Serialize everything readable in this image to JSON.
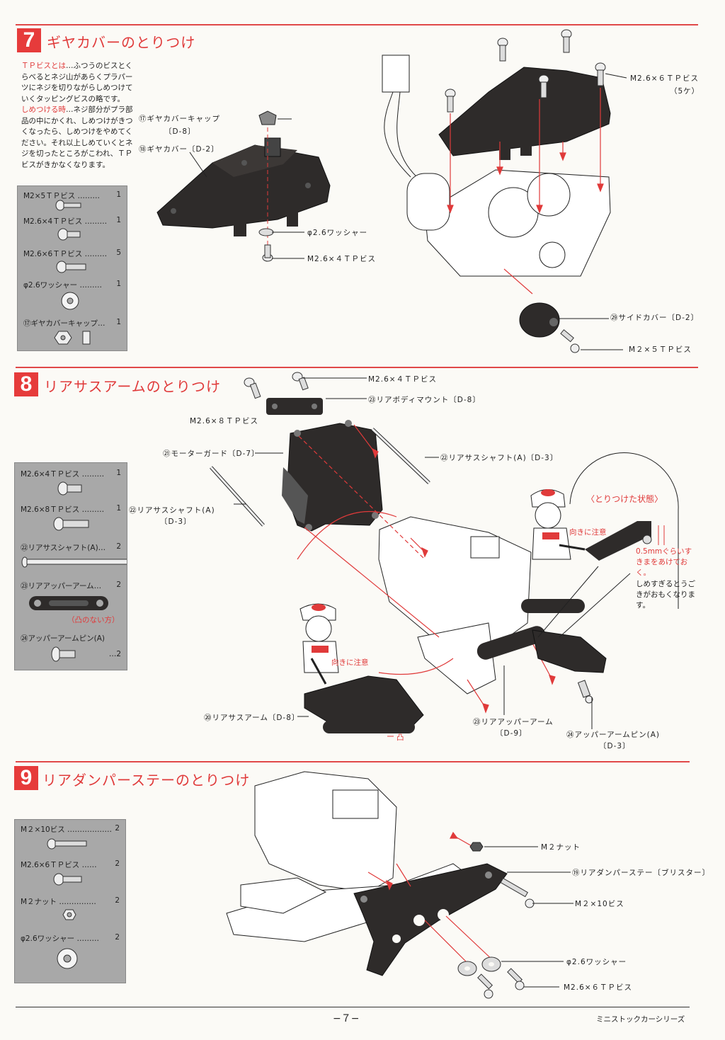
{
  "sections": [
    {
      "number": "7",
      "title": "ギヤカバーのとりつけ",
      "intro": {
        "lead1": "ＴＰビスとは",
        "text1": "…ふつうのビスとくらべるとネジ山があらくプラパーツにネジを切りながらしめつけていくタッピングビスの略です。",
        "lead2": "しめつける時",
        "text2": "…ネジ部分がプラ部品の中にかくれ、しめつけがきつくなったら、しめつけをやめてください。それ以上しめていくとネジを切ったところがこわれ、ＴＰビスがきかなくなります。"
      },
      "parts": [
        {
          "name": "M2×5ＴＰビス ………",
          "qty": "1"
        },
        {
          "name": "M2.6×4ＴＰビス ………",
          "qty": "1"
        },
        {
          "name": "M2.6×6ＴＰビス ………",
          "qty": "5"
        },
        {
          "name": "φ2.6ワッシャー ………",
          "qty": "1"
        },
        {
          "name": "⑰ギヤカバーキャップ…",
          "qty": "1"
        }
      ],
      "callouts": {
        "cap": "⑰ギヤカバーキャップ",
        "cap_ref": "〔D-8〕",
        "cover": "⑱ギヤカバー〔D-2〕",
        "washer": "φ2.6ワッシャー",
        "screw_4": "M2.6×４ＴＰビス",
        "screw_6": "M2.6×６ＴＰビス",
        "screw_6_qty": "（5ケ）",
        "side_cover": "㉙サイドカバー〔D-2〕",
        "screw_5": "M２×５ＴＰビス"
      }
    },
    {
      "number": "8",
      "title": "リアサスアームのとりつけ",
      "parts": [
        {
          "name": "M2.6×4ＴＰビス ………",
          "qty": "1"
        },
        {
          "name": "M2.6×8ＴＰビス ………",
          "qty": "1"
        },
        {
          "name": "㉒リアサスシャフト(A)…",
          "qty": "2"
        },
        {
          "name": "㉓リアアッパーアーム…",
          "qty": "2"
        },
        {
          "name": "㉔アッパーアームピン(A)",
          "qty": "…2"
        }
      ],
      "parts_note": "（凸のない方）",
      "callouts": {
        "screw_4": "M2.6×４ＴＰビス",
        "body_mount": "㉓リアボディマウント〔D-8〕",
        "screw_8": "M2.6×８ＴＰビス",
        "motor_guard": "㉑モーターガード〔D-7〕",
        "shaft_right": "㉒リアサスシャフト(A)〔D-3〕",
        "shaft_left": "㉒リアサスシャフト(A)",
        "shaft_left_ref": "〔D-3〕",
        "installed_title": "〈とりつけた状態〉",
        "orientation_note": "向きに注意",
        "gap_note_red": "0.5mmぐらいすきまをあけておく。",
        "gap_note_dark": "しめすぎるとうごきがおもくなります。",
        "susp_arm": "⑳リアサスアーム〔D-8〕",
        "upper_arm": "㉓リアアッパーアーム",
        "upper_arm_ref": "〔D-9〕",
        "upper_pin": "㉔アッパーアームピン(A)",
        "upper_pin_ref": "〔D-3〕",
        "bump_mark": "凸"
      }
    },
    {
      "number": "9",
      "title": "リアダンパーステーのとりつけ",
      "parts": [
        {
          "name": "M２×10ビス ………………",
          "qty": "2"
        },
        {
          "name": "M2.6×6ＴＰビス ……",
          "qty": "2"
        },
        {
          "name": "M２ナット ……………",
          "qty": "2"
        },
        {
          "name": "φ2.6ワッシャー ………",
          "qty": "2"
        }
      ],
      "callouts": {
        "nut": "M２ナット",
        "stay": "⑲リアダンパーステー〔ブリスター〕",
        "screw_10": "M２×10ビス",
        "washer": "φ2.6ワッシャー",
        "screw_6": "M2.6×６ＴＰビス"
      }
    }
  ],
  "footer": {
    "page": "−７−",
    "series": "ミニストックカーシリーズ"
  },
  "colors": {
    "accent": "#e03a3a",
    "panel": "#a8a8a8",
    "part_dark": "#2e2b2a"
  }
}
